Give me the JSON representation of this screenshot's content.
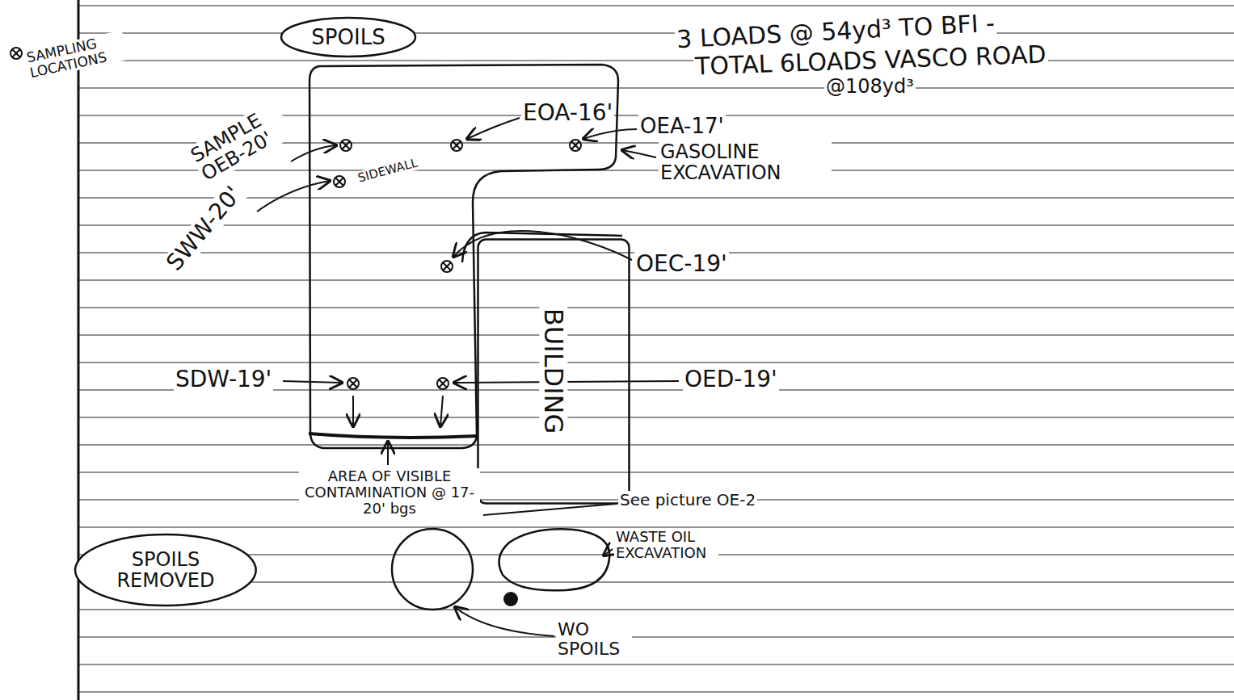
{
  "diagram": {
    "nodes": [
      {
        "text": [
          "SPOILS"
        ]
      },
      {
        "text": [
          "BUILDING"
        ]
      },
      {
        "text": [
          "SPOILS REMOVED"
        ]
      }
    ],
    "labels": [
      "3 LOADS @ 54yd³ TO BFI -",
      "TOTAL 6LOADS VASCO ROAD",
      "@108yd³",
      "SAMPLING LOCATIONS",
      "EOA-16'",
      "OEA-17'",
      "GASOLINE EXCAVATION",
      "SAMPLE OEB-20'",
      "SIDEWALL",
      "OEC-19'",
      "SWW-20'",
      "SDW-19'",
      "OED-19'",
      "AREA OF VISIBLE CONTAMINATION @ 17-20' bgs",
      "See picture OE-2",
      "WASTE OIL EXCAVATION",
      "WO SPOILS"
    ]
  }
}
